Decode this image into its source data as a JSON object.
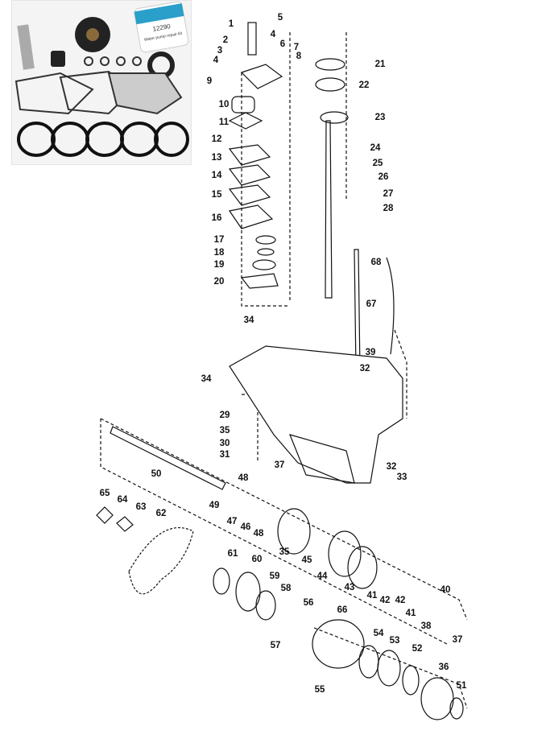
{
  "title": "Lower unit parts diagram",
  "inset": {
    "product_label": "12290",
    "description": "Water pump repair kit"
  },
  "callouts": [
    "1",
    "5",
    "2",
    "4",
    "6",
    "7",
    "3",
    "8",
    "4",
    "9",
    "21",
    "22",
    "23",
    "10",
    "11",
    "12",
    "13",
    "14",
    "15",
    "16",
    "24",
    "25",
    "26",
    "27",
    "28",
    "17",
    "18",
    "19",
    "20",
    "68",
    "67",
    "34",
    "39",
    "32",
    "34",
    "29",
    "35",
    "30",
    "31",
    "37",
    "32",
    "33",
    "50",
    "48",
    "49",
    "47",
    "46",
    "48",
    "65",
    "64",
    "63",
    "62",
    "35",
    "45",
    "44",
    "43",
    "41",
    "42",
    "41",
    "40",
    "42",
    "61",
    "60",
    "59",
    "58",
    "56",
    "66",
    "57",
    "38",
    "37",
    "54",
    "53",
    "52",
    "36",
    "51",
    "55"
  ],
  "colors": {
    "line": "#111111",
    "inset_bg": "#f4f4f4",
    "label_blue": "#2a9fc9"
  }
}
